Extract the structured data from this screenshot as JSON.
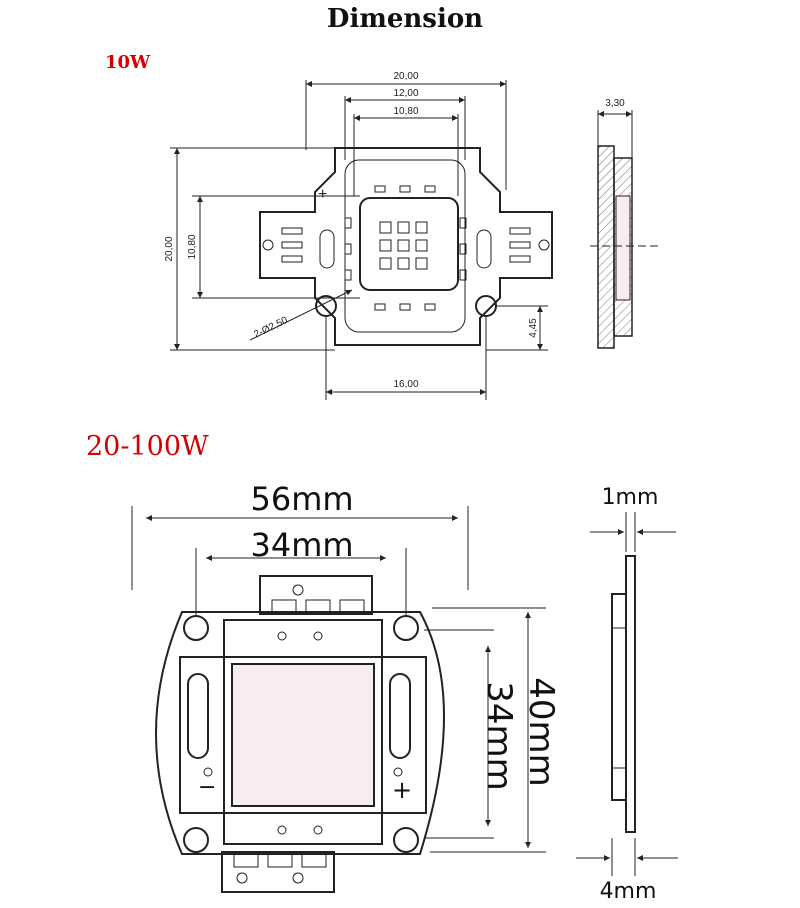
{
  "page": {
    "title": "Dimension"
  },
  "section_10w": {
    "label": "10W",
    "dims": {
      "width_outer": "20,00",
      "width_mid": "12,00",
      "width_inner": "10,80",
      "height_outer": "20,00",
      "height_inner": "10,80",
      "hole_dia": "2-Ø2,50",
      "hole_offset": "4,45",
      "hole_spacing": "16,00",
      "thickness": "3,30"
    }
  },
  "section_20_100w": {
    "label": "20-100W",
    "dims": {
      "width_outer": "56mm",
      "width_inner": "34mm",
      "height_outer": "40mm",
      "height_inner": "34mm",
      "board_thickness": "1mm",
      "total_thickness": "4mm"
    }
  },
  "colors": {
    "label_red": "#d40000",
    "line": "#222222",
    "chip_fill": "#f7ecef"
  }
}
